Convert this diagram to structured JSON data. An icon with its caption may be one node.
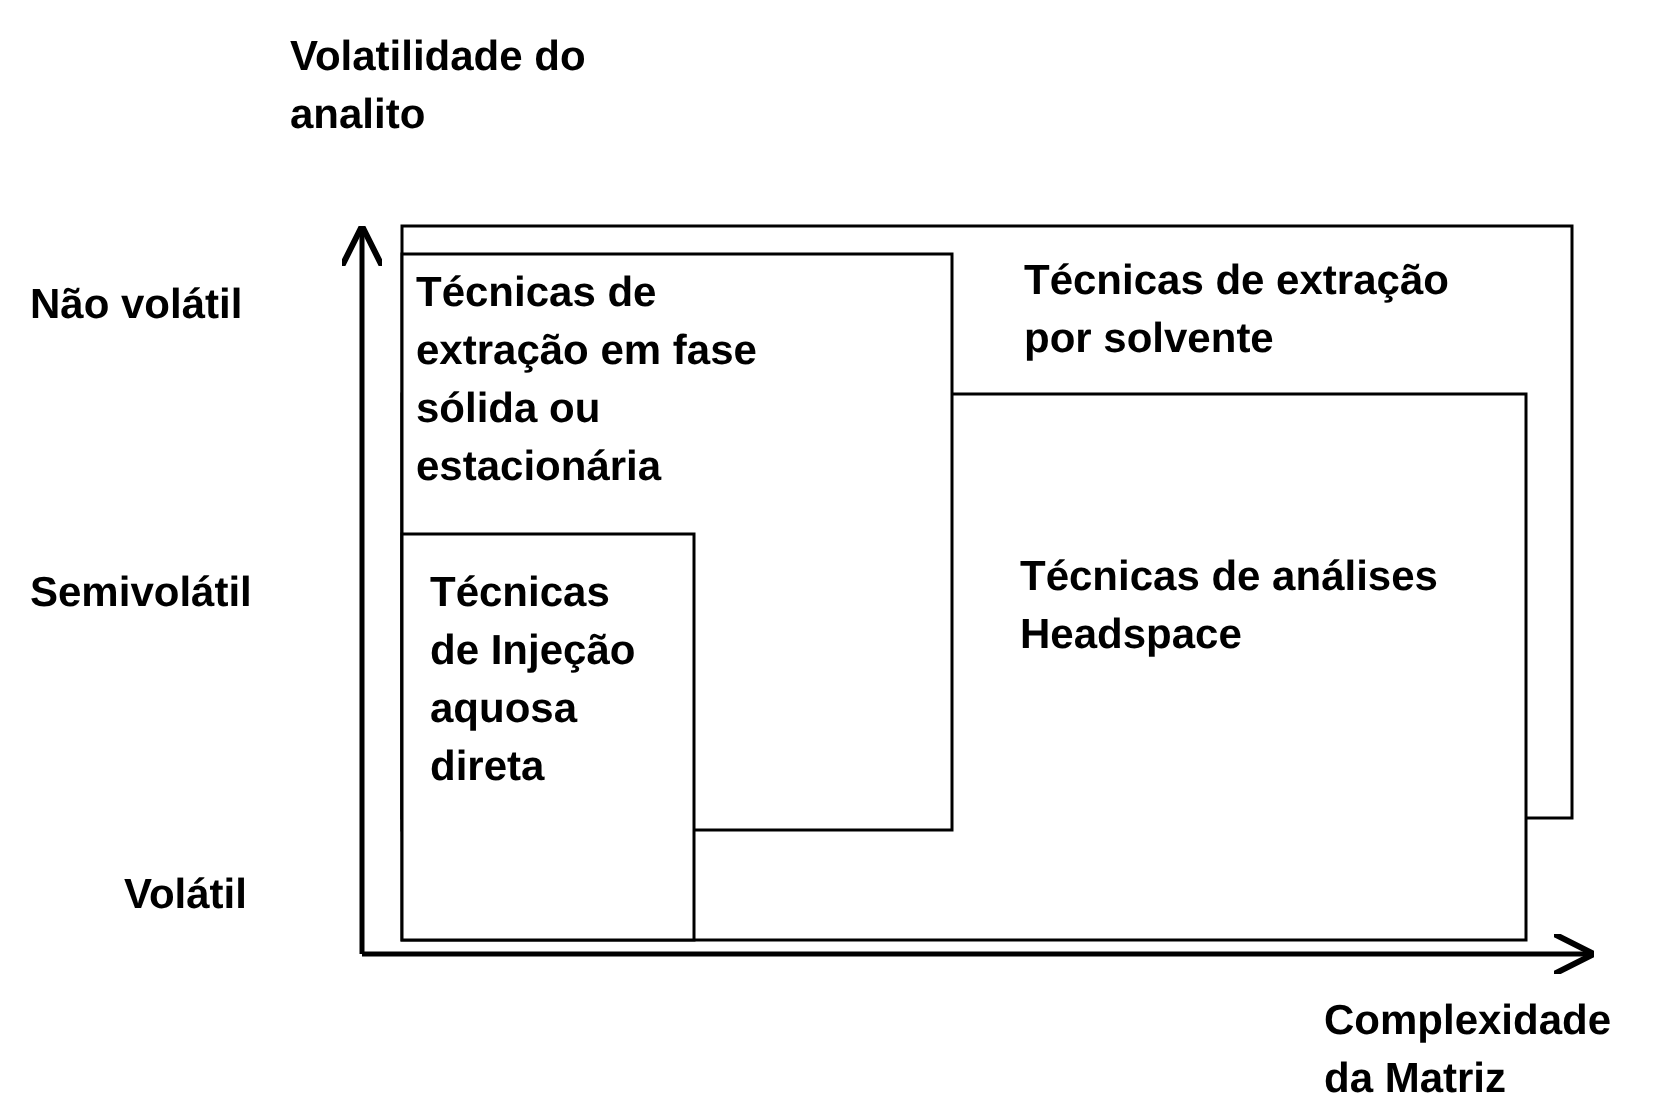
{
  "diagram": {
    "nodes": [
      {
        "text": [
          "Técnicas de extração por solvente"
        ]
      },
      {
        "text": [
          "Técnicas de análises Headspace"
        ]
      },
      {
        "text": [
          "Técnicas de extração em fase sólida ou estacionária"
        ]
      },
      {
        "text": [
          "Técnicas de Injeção aquosa direta"
        ]
      }
    ],
    "labels": [
      "Volatilidade do analito",
      "Não volátil",
      "Semivolátil",
      "Volátil",
      "Complexidade da Matriz"
    ]
  }
}
